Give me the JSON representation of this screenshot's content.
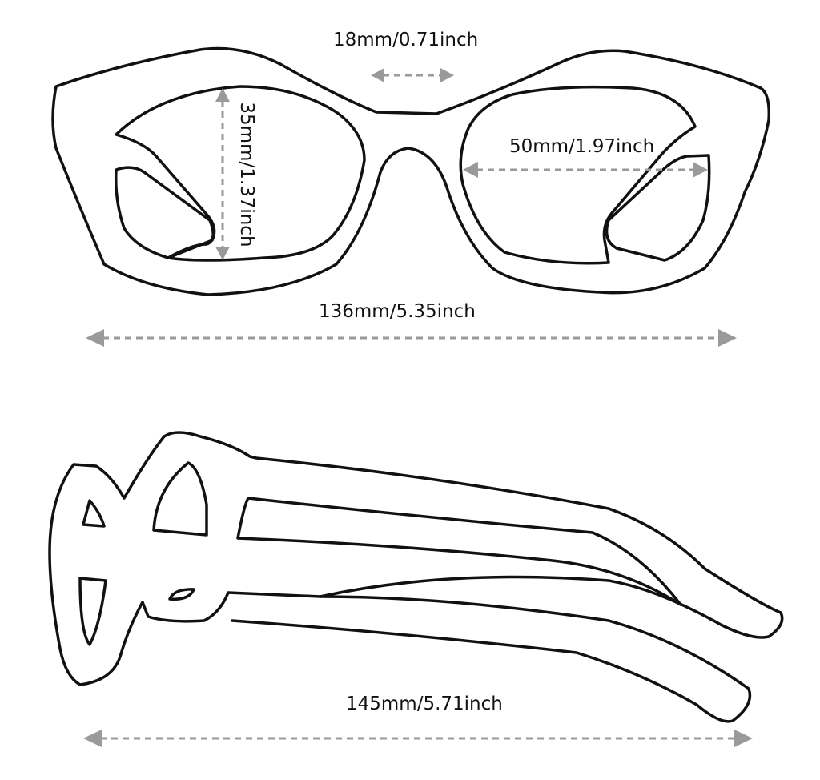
{
  "dimensions": {
    "bridge": "18mm/0.71inch",
    "lens_height": "35mm/1.37inch",
    "lens_width": "50mm/1.97inch",
    "frame_width": "136mm/5.35inch",
    "temple_length": "145mm/5.71inch"
  },
  "colors": {
    "outline": "#111111",
    "dimension_line": "#9a9a9a"
  }
}
